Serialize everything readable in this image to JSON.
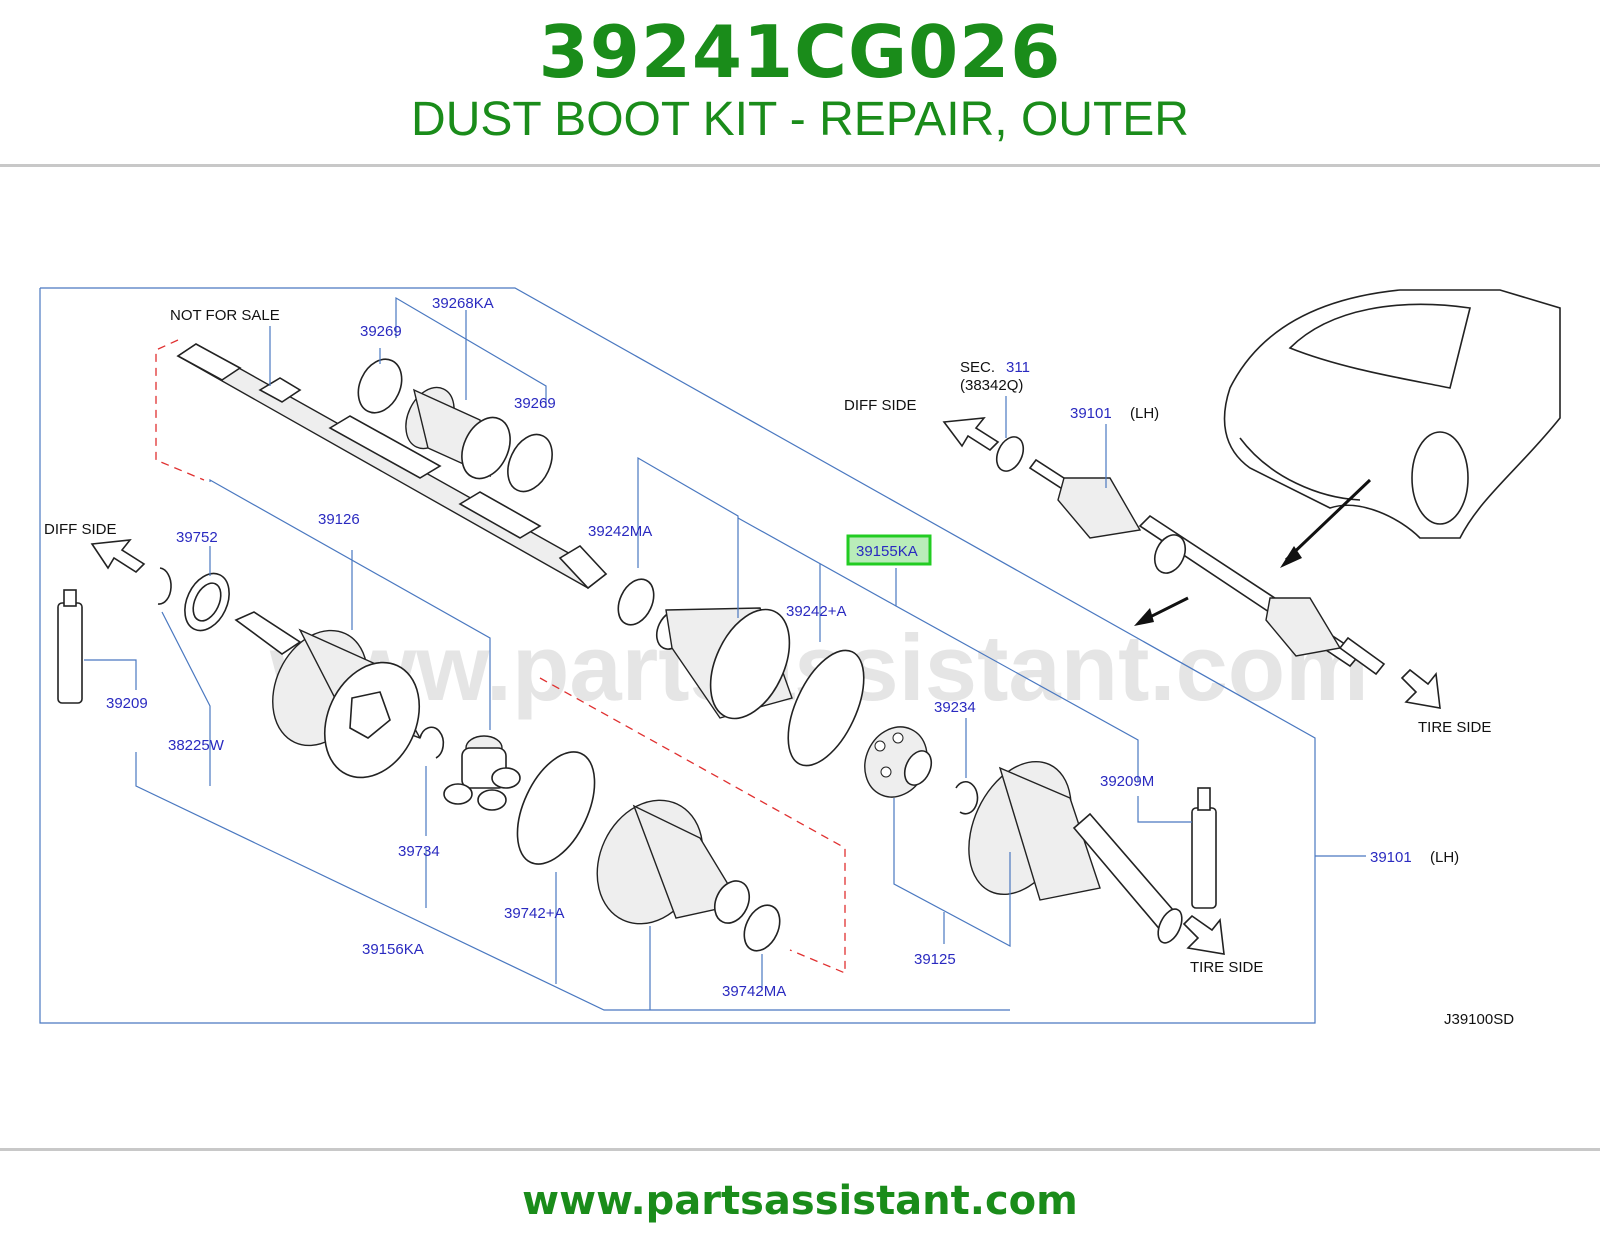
{
  "header": {
    "part_number": "39241CG026",
    "description": "DUST BOOT KIT - REPAIR, OUTER"
  },
  "diagram": {
    "watermark": "www.partsassistant.com",
    "code": "J39100SD",
    "highlighted": "39155KA",
    "labels": {
      "not_for_sale": "NOT  FOR  SALE",
      "p39268ka": "39268KA",
      "p39269a": "39269",
      "p39269b": "39269",
      "diff_side_left": "DIFF  SIDE",
      "p39752": "39752",
      "p39126": "39126",
      "p39242ma": "39242MA",
      "p39155ka": "39155KA",
      "p39242a": "39242+A",
      "p39209": "39209",
      "p38225w": "38225W",
      "p39734": "39734",
      "p39742a": "39742+A",
      "p39156ka": "39156KA",
      "p39742ma": "39742MA",
      "p39234": "39234",
      "p39209m": "39209M",
      "p39125": "39125",
      "p39101_right": "39101",
      "lh_right": "(LH)",
      "tire_side_bottom": "TIRE  SIDE",
      "sec": "SEC.",
      "sec_num": "311",
      "p38342q": "(38342Q)",
      "diff_side_top": "DIFF  SIDE",
      "p39101_top": "39101",
      "lh_top": "(LH)",
      "tire_side_top": "TIRE  SIDE"
    }
  },
  "footer": {
    "url": "www.partsassistant.com"
  },
  "colors": {
    "brand_green": "#1a8c1a",
    "label_blue": "#2a2ac0",
    "highlight": "#22cc22"
  }
}
